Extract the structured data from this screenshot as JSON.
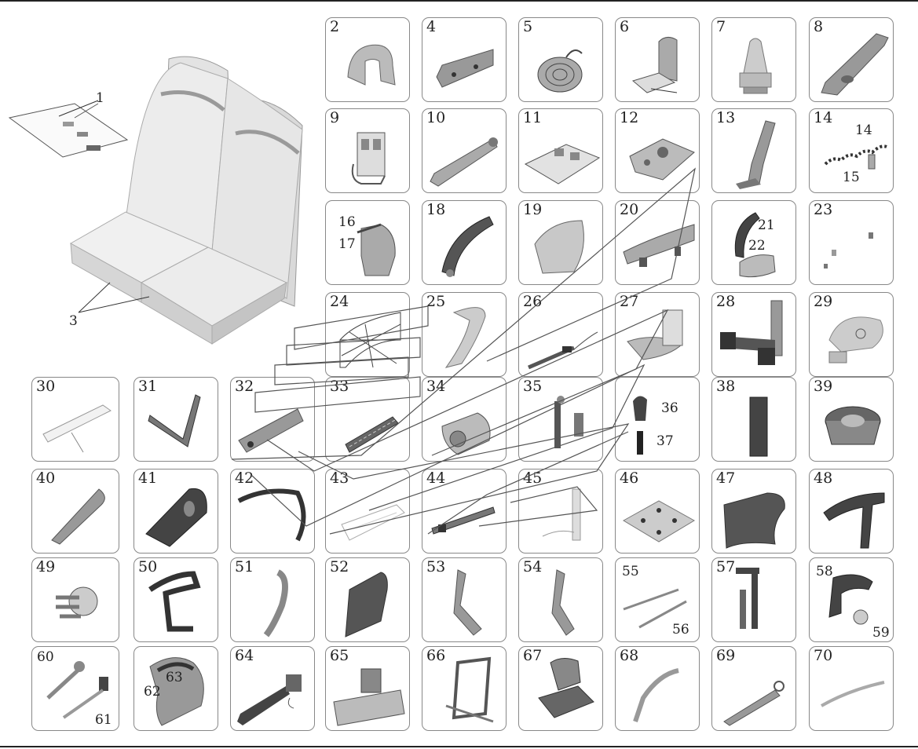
{
  "diagram": {
    "seat_labels": [
      "1",
      "3"
    ],
    "parts": [
      {
        "num": "2"
      },
      {
        "num": "4"
      },
      {
        "num": "5"
      },
      {
        "num": "6"
      },
      {
        "num": "7"
      },
      {
        "num": "8"
      },
      {
        "num": "9"
      },
      {
        "num": "10"
      },
      {
        "num": "11"
      },
      {
        "num": "12"
      },
      {
        "num": "13"
      },
      {
        "num": "14",
        "extra": [
          "15"
        ]
      },
      {
        "num": "16",
        "extra": [
          "17"
        ]
      },
      {
        "num": "18"
      },
      {
        "num": "19"
      },
      {
        "num": "20"
      },
      {
        "num": "21",
        "extra": [
          "22"
        ]
      },
      {
        "num": "23"
      },
      {
        "num": "24"
      },
      {
        "num": "25"
      },
      {
        "num": "26"
      },
      {
        "num": "27"
      },
      {
        "num": "28"
      },
      {
        "num": "29"
      },
      {
        "num": "30"
      },
      {
        "num": "31"
      },
      {
        "num": "32"
      },
      {
        "num": "33"
      },
      {
        "num": "34"
      },
      {
        "num": "35"
      },
      {
        "num": "36",
        "extra": [
          "37"
        ]
      },
      {
        "num": "38"
      },
      {
        "num": "39"
      },
      {
        "num": "40"
      },
      {
        "num": "41"
      },
      {
        "num": "42"
      },
      {
        "num": "43"
      },
      {
        "num": "44"
      },
      {
        "num": "45"
      },
      {
        "num": "46"
      },
      {
        "num": "47"
      },
      {
        "num": "48"
      },
      {
        "num": "49"
      },
      {
        "num": "50"
      },
      {
        "num": "51"
      },
      {
        "num": "52"
      },
      {
        "num": "53"
      },
      {
        "num": "54"
      },
      {
        "num": "55",
        "extra": [
          "56"
        ]
      },
      {
        "num": "57"
      },
      {
        "num": "58",
        "extra": [
          "59"
        ]
      },
      {
        "num": "60",
        "extra": [
          "61"
        ]
      },
      {
        "num": "62",
        "extra": [
          "63"
        ]
      },
      {
        "num": "64"
      },
      {
        "num": "65"
      },
      {
        "num": "66"
      },
      {
        "num": "67"
      },
      {
        "num": "68"
      },
      {
        "num": "69"
      },
      {
        "num": "70"
      }
    ]
  }
}
